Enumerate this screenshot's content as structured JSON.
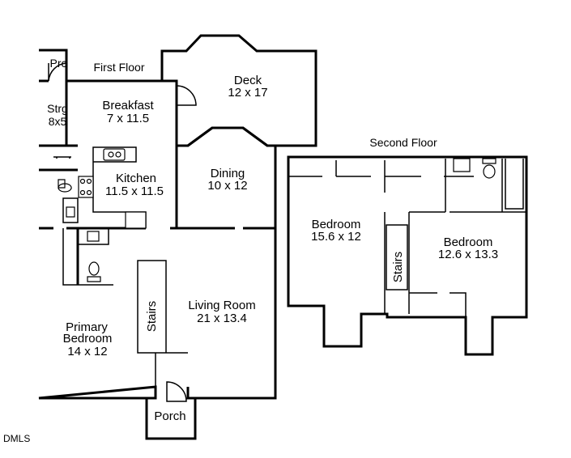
{
  "floors": {
    "first": "First Floor",
    "second": "Second Floor"
  },
  "rooms": {
    "prc": {
      "name": "Prc"
    },
    "strg": {
      "name": "Strg",
      "dim": "8x5"
    },
    "breakfast": {
      "name": "Breakfast",
      "dim": "7 x 11.5"
    },
    "deck": {
      "name": "Deck",
      "dim": "12 x 17"
    },
    "kitchen": {
      "name": "Kitchen",
      "dim": "11.5 x 11.5"
    },
    "dining": {
      "name": "Dining",
      "dim": "10 x 12"
    },
    "living": {
      "name": "Living Room",
      "dim": "21 x 13.4"
    },
    "primary": {
      "name1": "Primary",
      "name2": "Bedroom",
      "dim": "14 x 12"
    },
    "stairs1": {
      "name": "Stairs"
    },
    "porch": {
      "name": "Porch"
    },
    "bedroom2a": {
      "name": "Bedroom",
      "dim": "15.6 x 12"
    },
    "bedroom2b": {
      "name": "Bedroom",
      "dim": "12.6 x 13.3"
    },
    "stairs2": {
      "name": "Stairs"
    }
  },
  "watermark": "DMLS"
}
